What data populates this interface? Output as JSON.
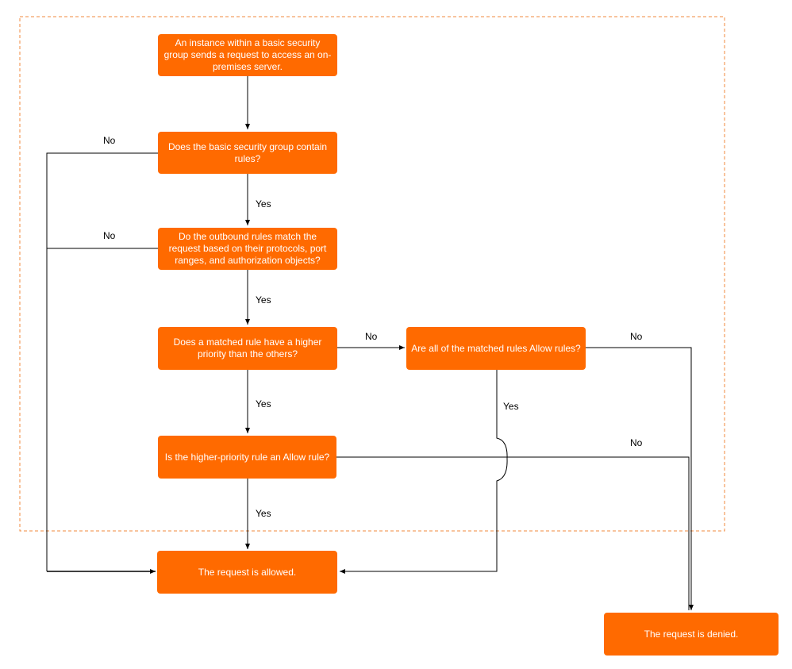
{
  "nodes": {
    "start": "An instance within a basic security group sends a request to access an on-premises server.",
    "contain_rules": "Does the basic security group contain rules?",
    "outbound_match": "Do the outbound rules match the request based on their protocols, port ranges, and authorization objects?",
    "higher_priority": "Does a matched rule have a higher priority than the others?",
    "all_allow": "Are all of the matched rules Allow rules?",
    "is_allow_rule": "Is the higher-priority rule an Allow rule?",
    "allowed": "The request is allowed.",
    "denied": "The request is denied."
  },
  "edge_labels": {
    "no_contain": "No",
    "no_match": "No",
    "yes_contain": "Yes",
    "yes_match": "Yes",
    "no_priority": "No",
    "yes_priority": "Yes",
    "no_all_allow": "No",
    "yes_all_allow": "Yes",
    "no_allow_rule": "No",
    "yes_allow_rule": "Yes"
  },
  "colors": {
    "node_fill": "#ff6a00",
    "node_text": "#ffffff",
    "boundary": "#f08a3c",
    "connector": "#000000"
  }
}
